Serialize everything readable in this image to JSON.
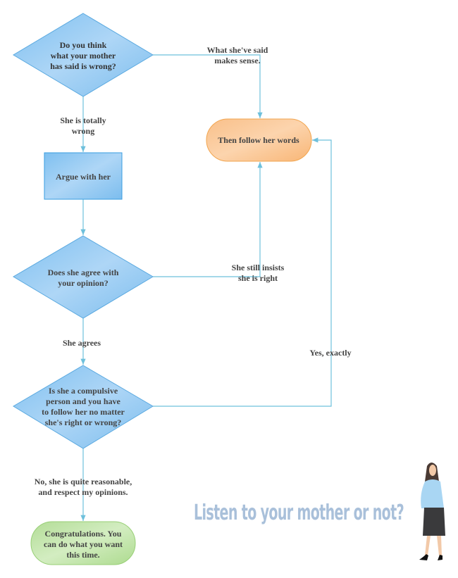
{
  "nodes": {
    "q1": [
      "Do you think",
      "what your mother",
      "has said is wrong?"
    ],
    "argue": "Argue with her",
    "q2": [
      "Does she agree with",
      "your opinion?"
    ],
    "q3": [
      "Is she a compulsive",
      "person and you have",
      "to follow her no matter",
      "she's right or wrong?"
    ],
    "follow": "Then follow her words",
    "congrats": [
      "Congratulations. You",
      "can do what you want",
      "this time."
    ]
  },
  "edges": {
    "makes_sense": [
      "What she've said",
      "makes sense."
    ],
    "totally_wrong": [
      "She is totally",
      "wrong"
    ],
    "insists": [
      "She still insists",
      "she is right"
    ],
    "agrees": "She agrees",
    "yes_exactly": "Yes, exactly",
    "reasonable": [
      "No, she is quite reasonable,",
      "and respect my opinions."
    ]
  },
  "title": "Listen to your mother or not?",
  "colors": {
    "line": "#6ec0dc",
    "diamond": "#8ec8f0",
    "orange": "#fbc58f",
    "green": "#bfe3a6"
  }
}
